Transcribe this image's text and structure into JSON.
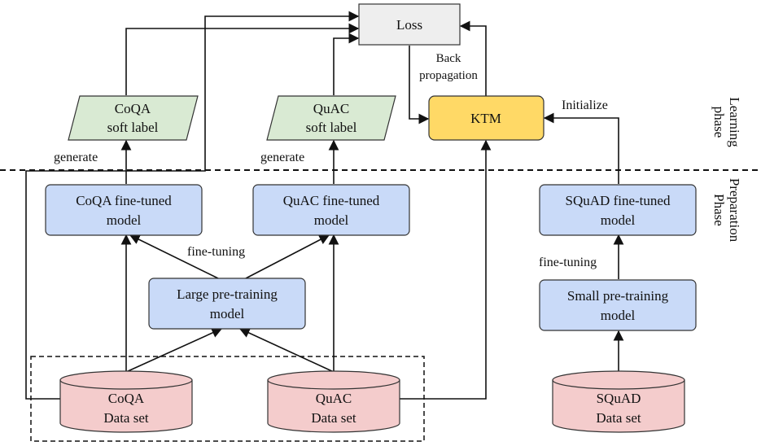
{
  "nodes": {
    "loss": {
      "label": "Loss",
      "fill": "#eeeeee"
    },
    "ktm": {
      "label": "KTM",
      "fill": "#ffd966"
    },
    "coqa_soft": {
      "line1": "CoQA",
      "line2": "soft label",
      "fill": "#d9ead3"
    },
    "quac_soft": {
      "line1": "QuAC",
      "line2": "soft label",
      "fill": "#d9ead3"
    },
    "coqa_ft": {
      "line1": "CoQA fine-tuned",
      "line2": "model",
      "fill": "#c9daf8"
    },
    "quac_ft": {
      "line1": "QuAC fine-tuned",
      "line2": "model",
      "fill": "#c9daf8"
    },
    "squad_ft": {
      "line1": "SQuAD fine-tuned",
      "line2": "model",
      "fill": "#c9daf8"
    },
    "large_pt": {
      "line1": "Large pre-training",
      "line2": "model",
      "fill": "#c9daf8"
    },
    "small_pt": {
      "line1": "Small pre-training",
      "line2": "model",
      "fill": "#c9daf8"
    },
    "coqa_ds": {
      "line1": "CoQA",
      "line2": "Data set",
      "fill": "#f4cccc"
    },
    "quac_ds": {
      "line1": "QuAC",
      "line2": "Data set",
      "fill": "#f4cccc"
    },
    "squad_ds": {
      "line1": "SQuAD",
      "line2": "Data set",
      "fill": "#f4cccc"
    }
  },
  "edge_labels": {
    "generate_left": "generate",
    "generate_mid": "generate",
    "fine_tuning_left": "fine-tuning",
    "fine_tuning_right": "fine-tuning",
    "back_line1": "Back",
    "back_line2": "propagation",
    "initialize": "Initialize"
  },
  "phases": {
    "learning_line1": "Learning",
    "learning_line2": "phase",
    "preparation_line1": "Preparation",
    "preparation_line2": "Phase"
  },
  "colors": {
    "stroke": "#111111",
    "box_stroke": "#333333"
  }
}
